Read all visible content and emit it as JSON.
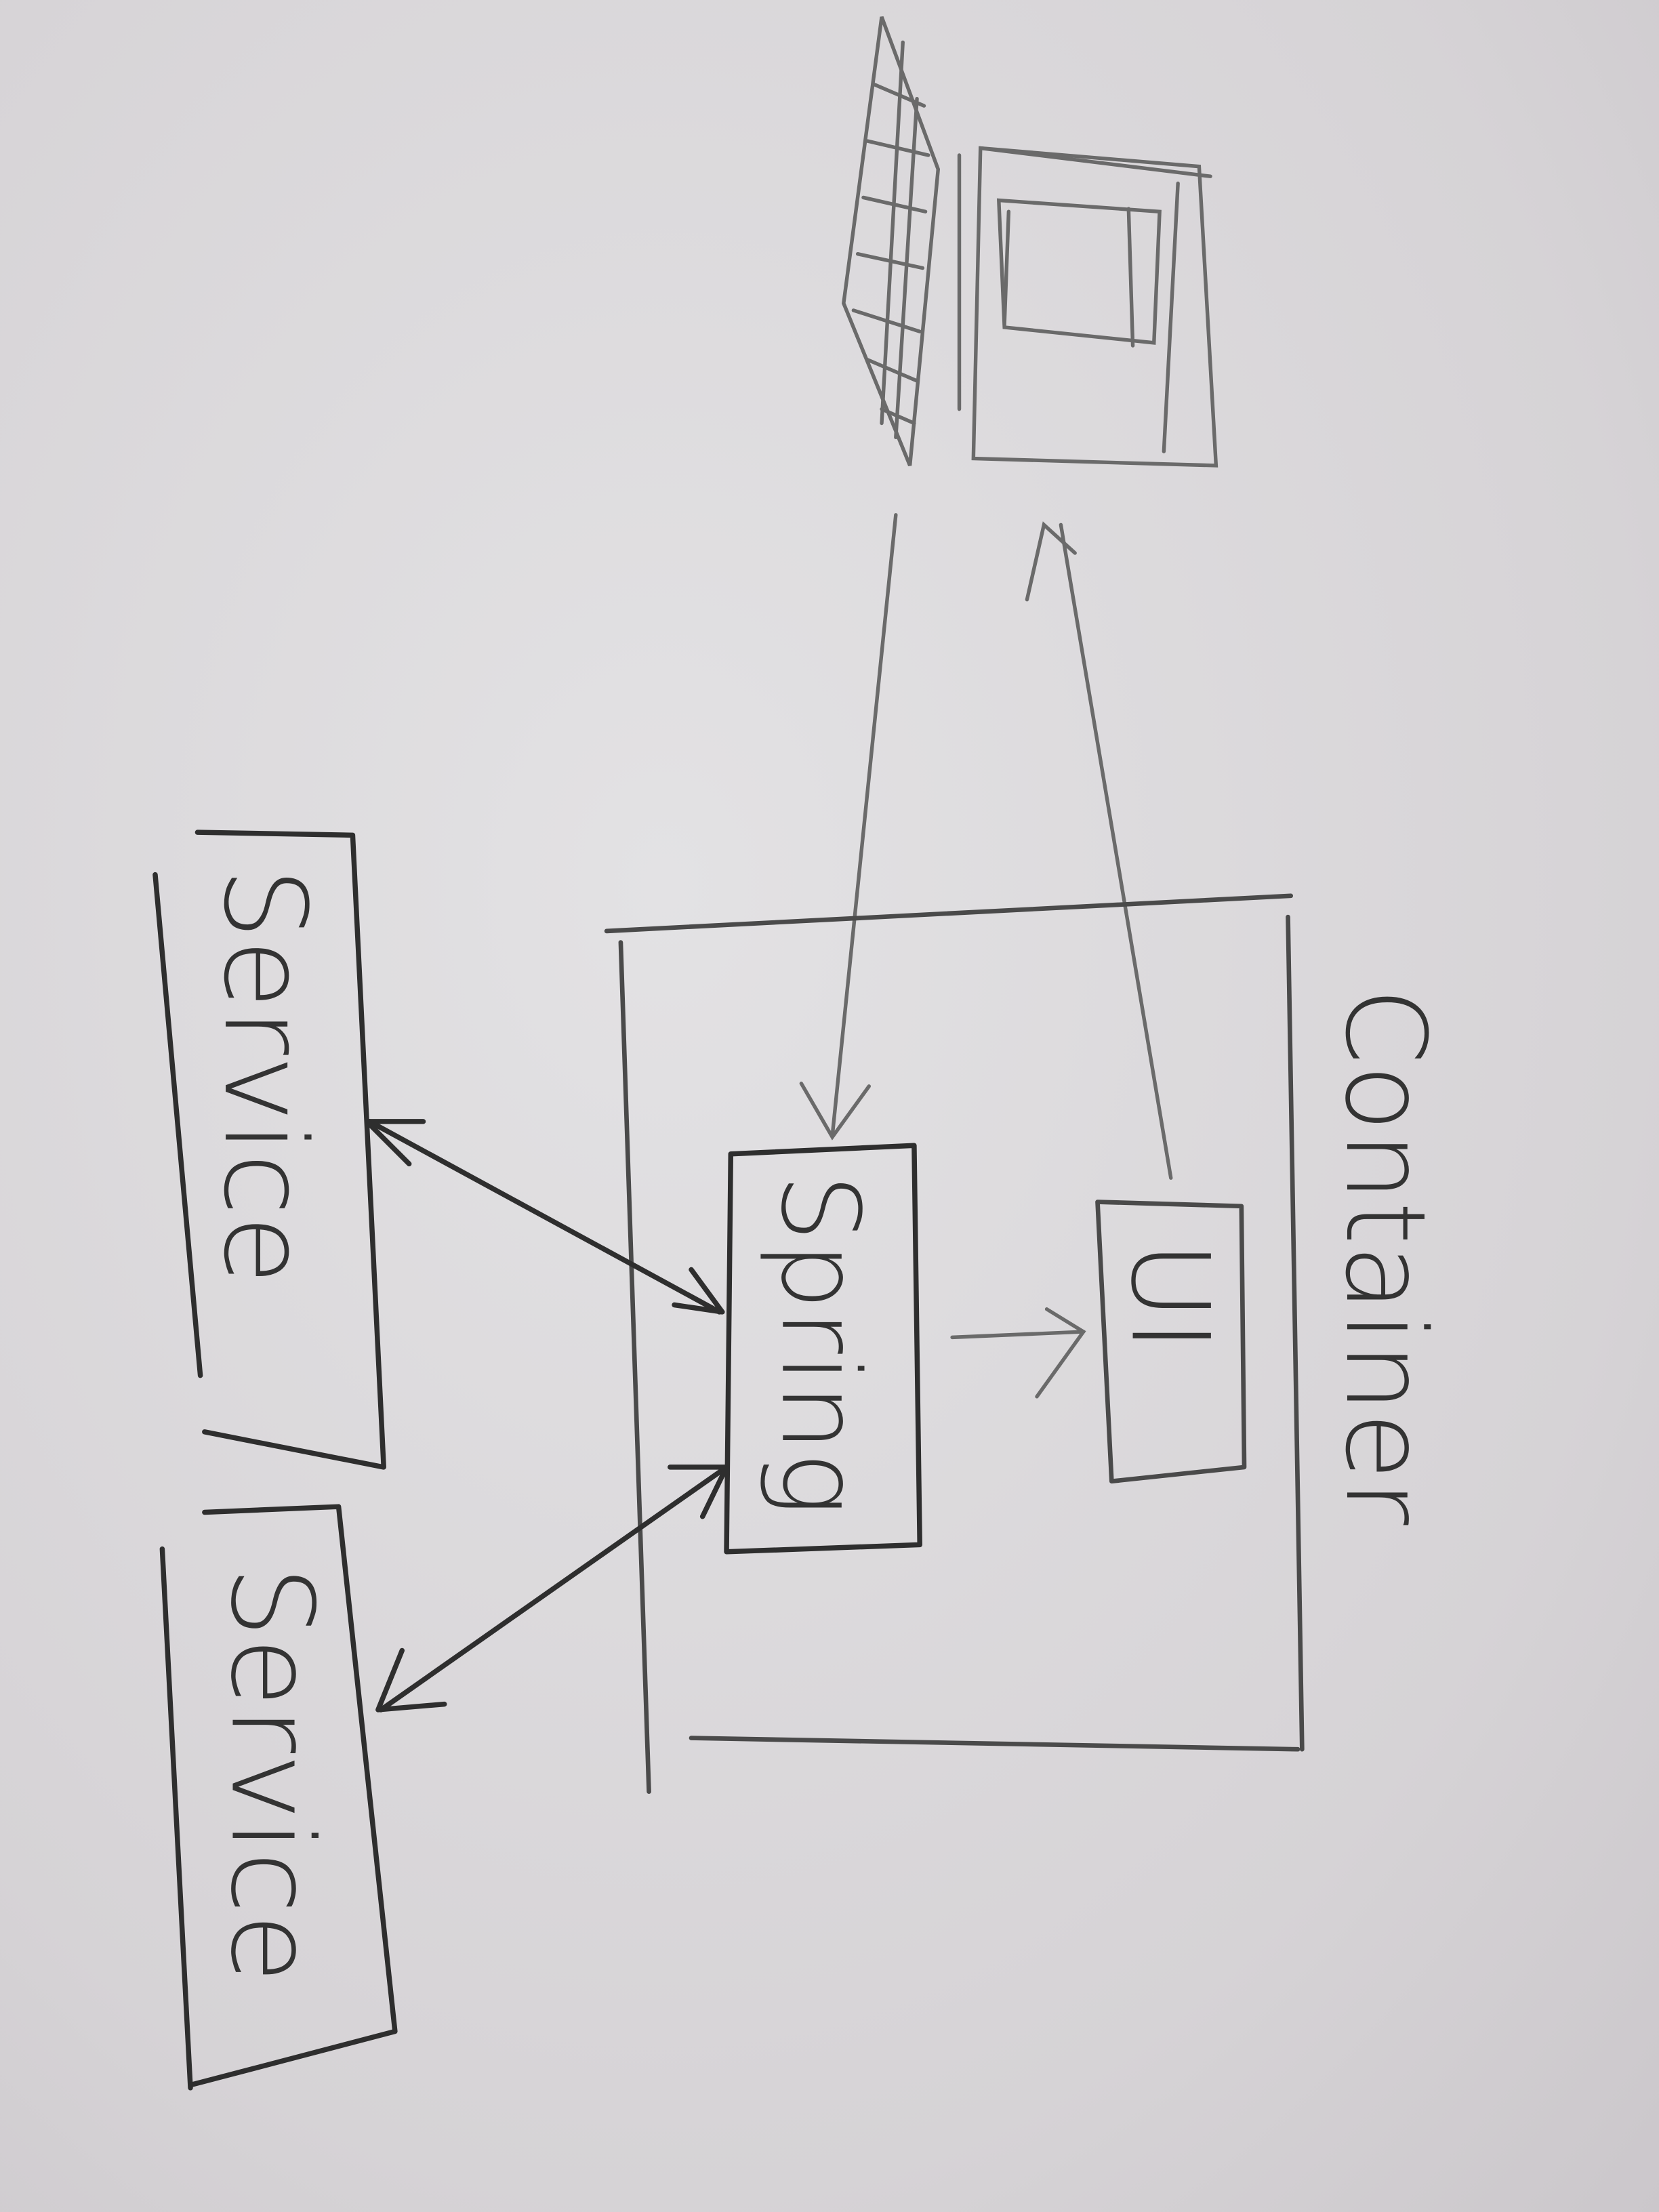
{
  "diagram": {
    "labels": {
      "container": "Container",
      "spring": "Spring",
      "ui": "UI",
      "service_1": "Service",
      "service_2": "Service"
    },
    "nodes": [
      "laptop",
      "container",
      "spring",
      "ui",
      "service_1",
      "service_2"
    ],
    "edges": [
      {
        "from": "laptop",
        "to": "spring",
        "direction": "one-way"
      },
      {
        "from": "ui",
        "to": "laptop",
        "direction": "one-way"
      },
      {
        "from": "spring",
        "to": "ui",
        "direction": "one-way"
      },
      {
        "from": "spring",
        "to": "service_1",
        "direction": "two-way"
      },
      {
        "from": "spring",
        "to": "service_2",
        "direction": "two-way"
      }
    ],
    "colors": {
      "paper": "#dedcdf",
      "ink": "#4a4a4a"
    }
  }
}
